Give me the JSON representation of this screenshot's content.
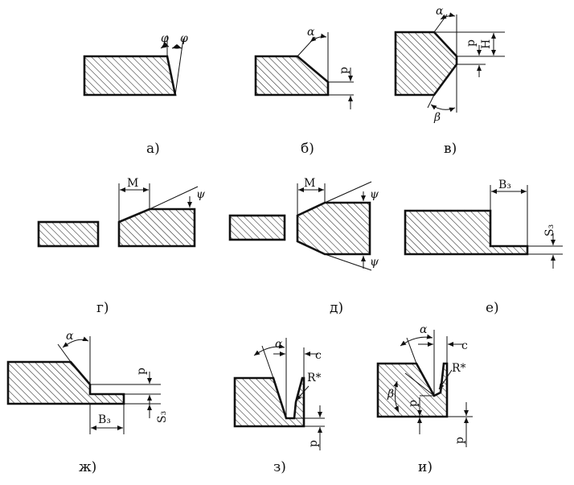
{
  "captions": {
    "a": "а)",
    "b": "б)",
    "v": "в)",
    "g": "г)",
    "d": "д)",
    "e": "е)",
    "zh": "ж)",
    "z": "з)",
    "i": "и)"
  },
  "symbols": {
    "phi": "φ",
    "alpha": "α",
    "beta": "β",
    "psi": "ψ",
    "p": "p",
    "h": "H",
    "m": "M",
    "bz": "B₃",
    "sz": "S₃",
    "c": "c",
    "r_star": "R*"
  }
}
